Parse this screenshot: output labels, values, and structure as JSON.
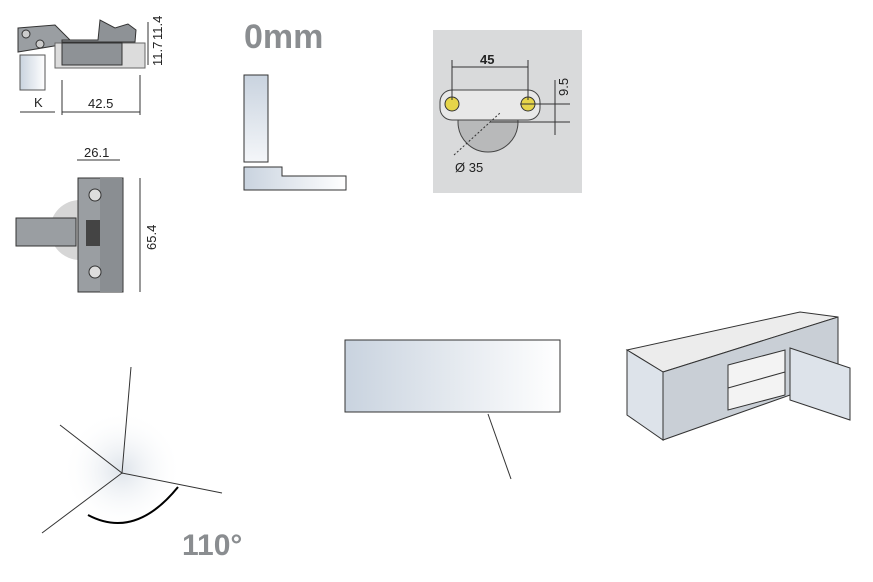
{
  "side_view": {
    "dim_top": "11.7",
    "dim_top2": "11.4",
    "dim_k": "K",
    "dim_width": "42.5"
  },
  "top_view": {
    "dim_width": "26.1",
    "dim_height": "65.4"
  },
  "overlay": {
    "label": "0mm"
  },
  "plate": {
    "dim_spacing": "45",
    "dim_offset": "9.5",
    "dim_cup": "Ø 35"
  },
  "angle": {
    "label": "110°"
  },
  "colors": {
    "metal": "#8e9296",
    "panel": "#dfe4ea",
    "accent": "#d9dadb"
  }
}
